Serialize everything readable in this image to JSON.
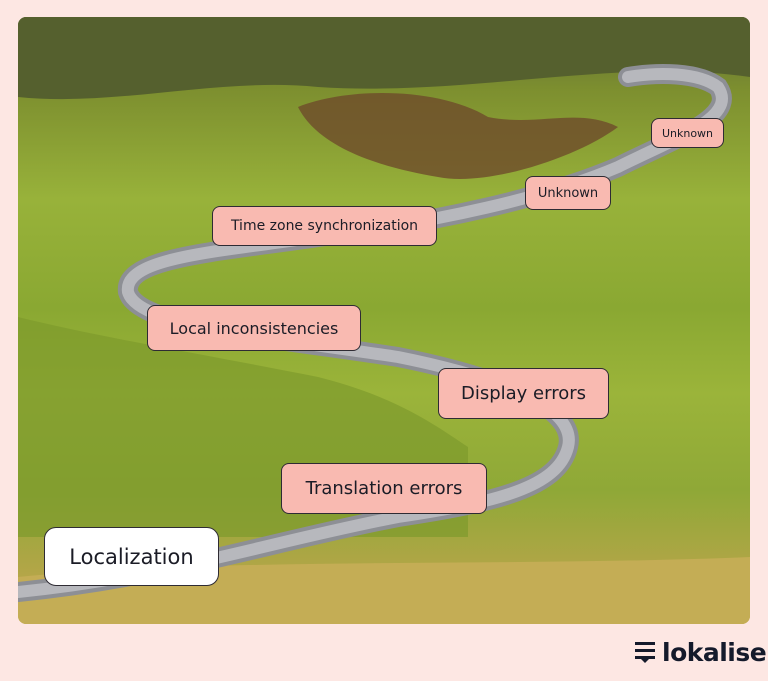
{
  "stages": [
    {
      "label": "Localization",
      "kind": "start"
    },
    {
      "label": "Translation errors"
    },
    {
      "label": "Display errors"
    },
    {
      "label": "Local inconsistencies"
    },
    {
      "label": "Time zone synchronization"
    },
    {
      "label": "Unknown"
    },
    {
      "label": "Unknown"
    }
  ],
  "brand": {
    "name": "lokalise",
    "icon": "lokalise-logo-icon"
  },
  "colors": {
    "background": "#fde7e3",
    "tag": "#f9bab1",
    "start_tag": "#ffffff",
    "text": "#1b1c26"
  }
}
